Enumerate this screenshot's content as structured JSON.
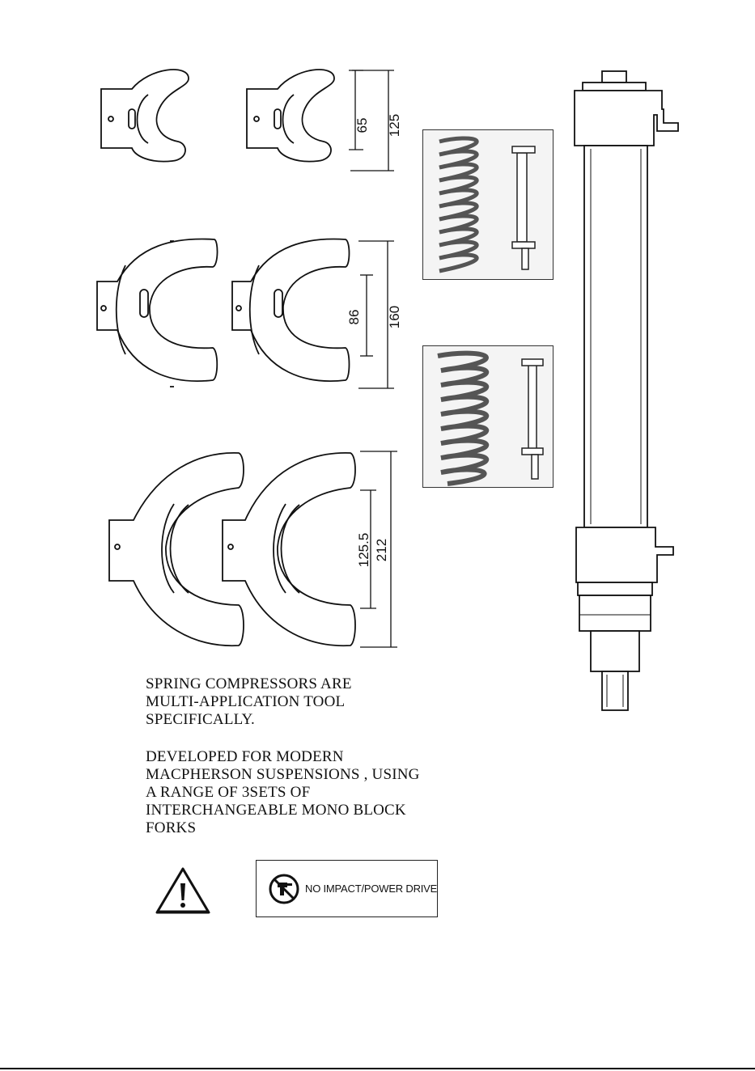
{
  "dimensions": {
    "small": {
      "inner": "65",
      "outer": "125"
    },
    "medium": {
      "inner": "86",
      "outer": "160"
    },
    "large": {
      "inner": "125.5",
      "outer": "212"
    }
  },
  "description": {
    "paragraph1": [
      "SPRING COMPRESSORS ARE",
      "MULTI-APPLICATION TOOL",
      "SPECIFICALLY."
    ],
    "paragraph2": [
      "DEVELOPED FOR MODERN",
      "MACPHERSON SUSPENSIONS , USING",
      "A RANGE OF 3SETS OF",
      "INTERCHANGEABLE MONO BLOCK",
      "FORKS"
    ]
  },
  "warning": {
    "icon": "warning-triangle-icon",
    "notice": "NO IMPACT/POWER DRIVE",
    "notice_icon": "no-impact-drill-icon"
  }
}
